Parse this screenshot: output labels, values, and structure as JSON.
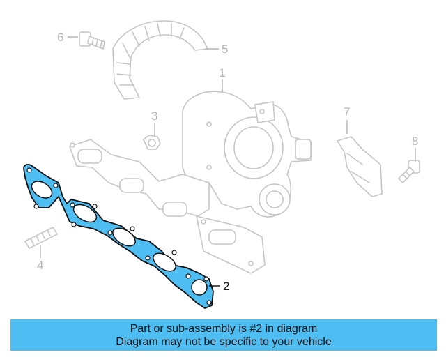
{
  "diagram": {
    "highlight_color": "#4dbdf2",
    "ghost_color": "#c6c6c6",
    "callouts": {
      "c1": "1",
      "c2": "2",
      "c3": "3",
      "c4": "4",
      "c5": "5",
      "c6": "6",
      "c7": "7",
      "c8": "8"
    },
    "highlighted_part": "2"
  },
  "banner": {
    "line1": "Part or sub-assembly is #2 in diagram",
    "line2": "Diagram may not be specific to your vehicle",
    "background": "#4dbdf2"
  }
}
